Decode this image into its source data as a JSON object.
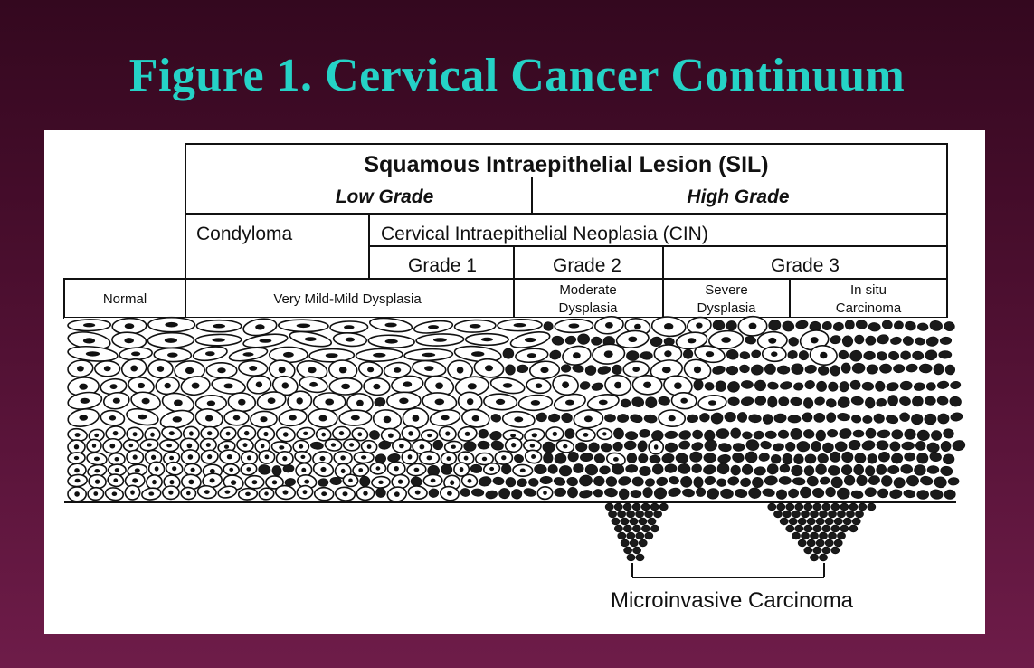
{
  "title": "Figure 1.  Cervical Cancer Continuum",
  "diagram": {
    "sil_header": "Squamous Intraepithelial Lesion (SIL)",
    "low_grade": "Low Grade",
    "high_grade": "High Grade",
    "condyloma": "Condyloma",
    "cin_header": "Cervical Intraepithelial Neoplasia (CIN)",
    "grade_1": "Grade 1",
    "grade_2": "Grade 2",
    "grade_3": "Grade 3",
    "normal": "Normal",
    "very_mild_mild": "Very Mild-Mild Dysplasia",
    "moderate_line1": "Moderate",
    "moderate_line2": "Dysplasia",
    "severe_line1": "Severe",
    "severe_line2": "Dysplasia",
    "in_situ_line1": "In situ",
    "in_situ_line2": "Carcinoma",
    "microinvasive": "Microinvasive Carcinoma"
  },
  "colors": {
    "background_top": "#34081f",
    "background_bottom": "#6e1c49",
    "title": "#25d2c6",
    "panel": "#ffffff",
    "ink": "#111111"
  }
}
